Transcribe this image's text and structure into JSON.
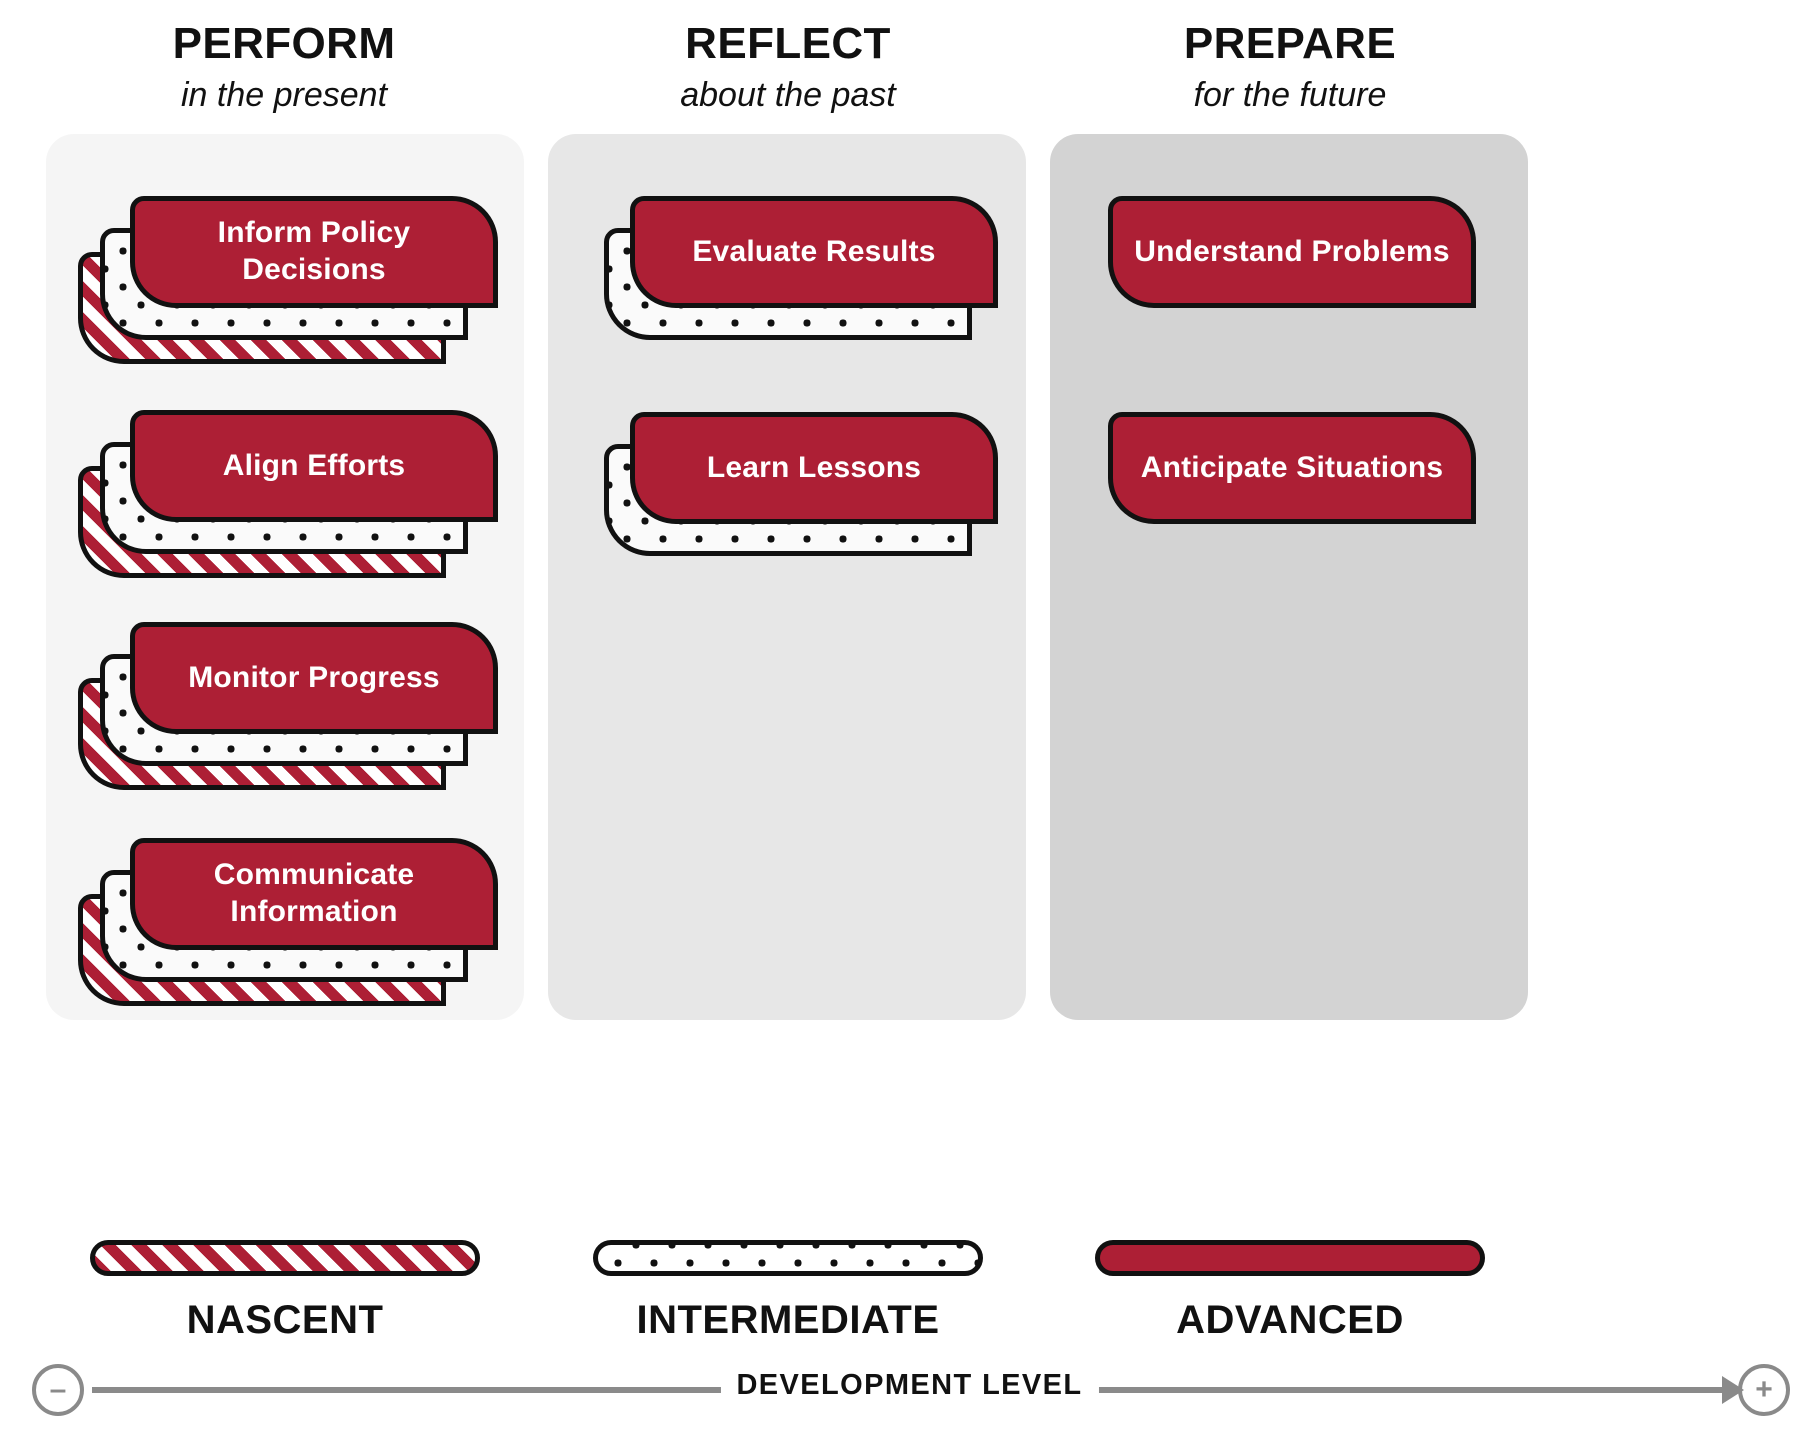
{
  "columns": [
    {
      "key": "perform",
      "title": "PERFORM",
      "subtitle": "in the present",
      "panel_color": "#f5f5f5",
      "cards": [
        {
          "label": "Inform Policy Decisions",
          "layers": [
            "stripe",
            "dot",
            "solid"
          ]
        },
        {
          "label": "Align Efforts",
          "layers": [
            "stripe",
            "dot",
            "solid"
          ]
        },
        {
          "label": "Monitor Progress",
          "layers": [
            "stripe",
            "dot",
            "solid"
          ]
        },
        {
          "label": "Communicate Information",
          "layers": [
            "stripe",
            "dot",
            "solid"
          ]
        }
      ]
    },
    {
      "key": "reflect",
      "title": "REFLECT",
      "subtitle": "about the past",
      "panel_color": "#e7e7e7",
      "cards": [
        {
          "label": "Evaluate Results",
          "layers": [
            "dot",
            "solid"
          ]
        },
        {
          "label": "Learn Lessons",
          "layers": [
            "dot",
            "solid"
          ]
        }
      ]
    },
    {
      "key": "prepare",
      "title": "PREPARE",
      "subtitle": "for the future",
      "panel_color": "#d3d3d3",
      "cards": [
        {
          "label": "Understand Problems",
          "layers": [
            "solid"
          ]
        },
        {
          "label": "Anticipate Situations",
          "layers": [
            "solid"
          ]
        }
      ]
    }
  ],
  "legend": [
    {
      "key": "nascent",
      "label": "NASCENT",
      "pattern": "stripe"
    },
    {
      "key": "intermediate",
      "label": "INTERMEDIATE",
      "pattern": "dot"
    },
    {
      "key": "advanced",
      "label": "ADVANCED",
      "pattern": "solid"
    }
  ],
  "axis": {
    "label": "DEVELOPMENT LEVEL",
    "minus": "–",
    "plus": "+"
  },
  "colors": {
    "accent_red": "#ad1f35",
    "outline": "#111111",
    "axis_gray": "#8a8a8a",
    "card_text": "#ffffff"
  }
}
